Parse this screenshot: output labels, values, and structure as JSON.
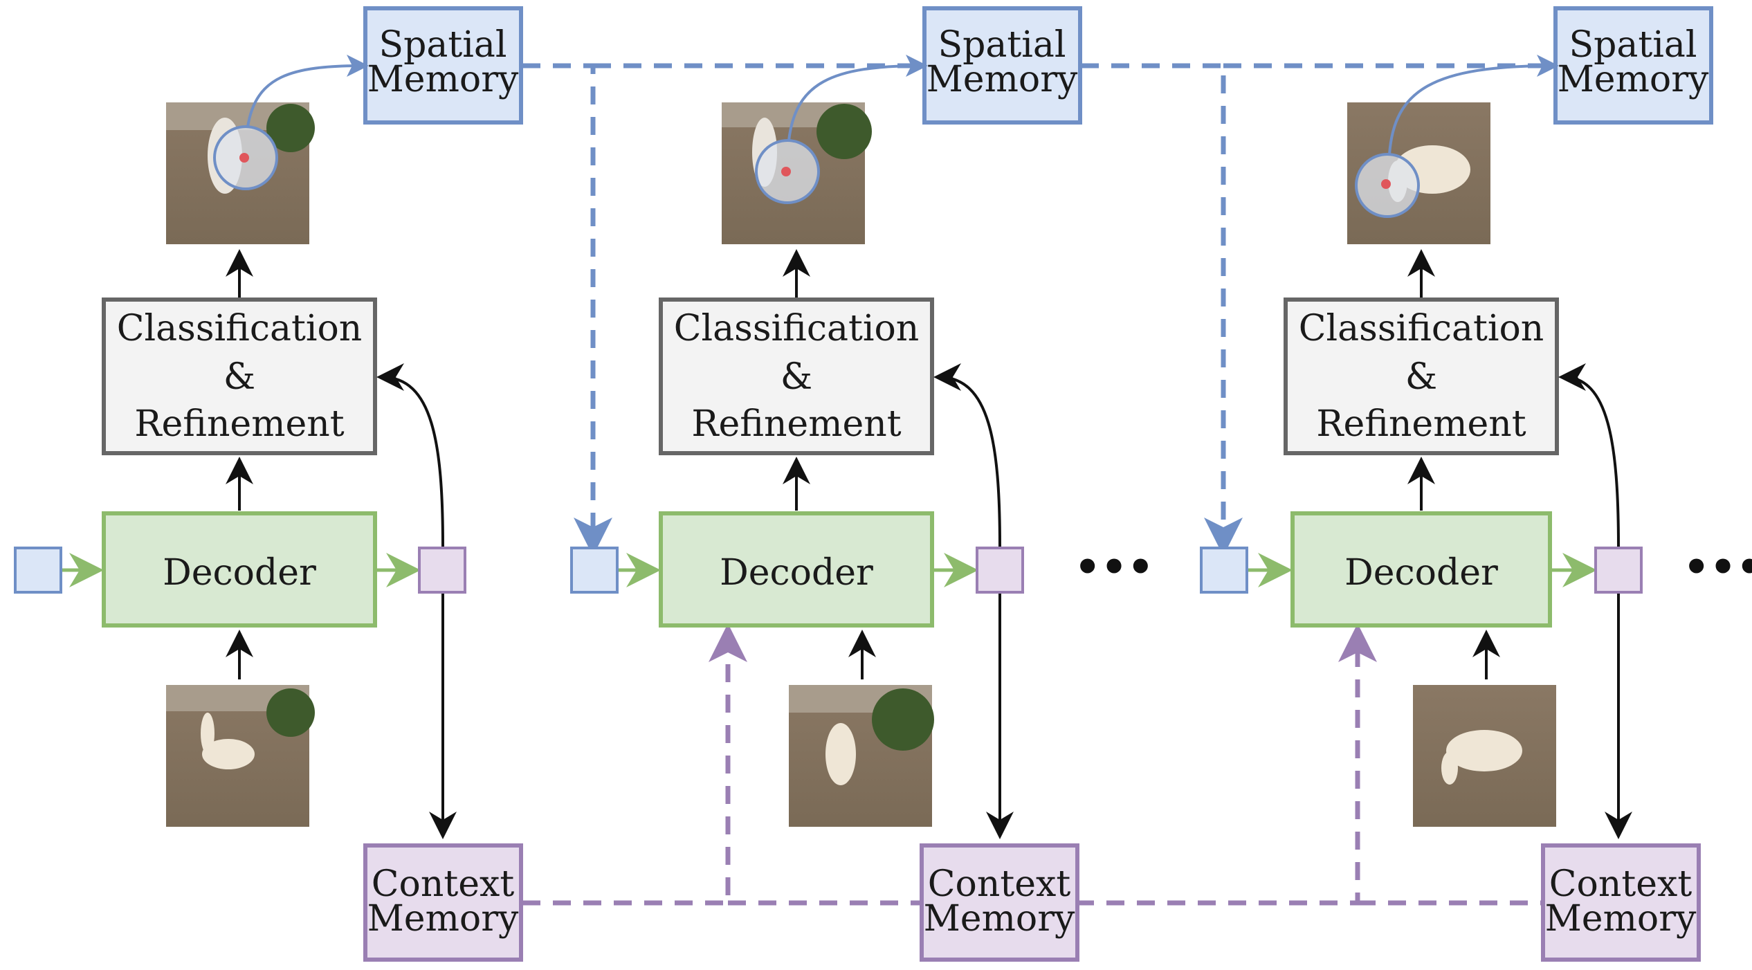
{
  "stages": [
    {
      "spatial_memory": [
        "Spatial",
        "Memory"
      ],
      "classification": [
        "Classification",
        "&",
        "Refinement"
      ],
      "decoder": "Decoder",
      "context_memory": [
        "Context",
        "Memory"
      ],
      "trailing": ""
    },
    {
      "spatial_memory": [
        "Spatial",
        "Memory"
      ],
      "classification": [
        "Classification",
        "&",
        "Refinement"
      ],
      "decoder": "Decoder",
      "context_memory": [
        "Context",
        "Memory"
      ],
      "trailing": "•••"
    },
    {
      "spatial_memory": [
        "Spatial",
        "Memory"
      ],
      "classification": [
        "Classification",
        "&",
        "Refinement"
      ],
      "decoder": "Decoder",
      "context_memory": [
        "Context",
        "Memory"
      ],
      "trailing": "•••"
    }
  ],
  "colors": {
    "spatial_fill": "#dbe6f7",
    "spatial_stroke": "#6f8fc6",
    "classification_fill": "#f3f3f3",
    "classification_stroke": "#666666",
    "decoder_fill": "#d8e9d2",
    "decoder_stroke": "#8dbb6c",
    "context_fill": "#e7dced",
    "context_stroke": "#9a7fb3",
    "arrow": "#111111"
  }
}
